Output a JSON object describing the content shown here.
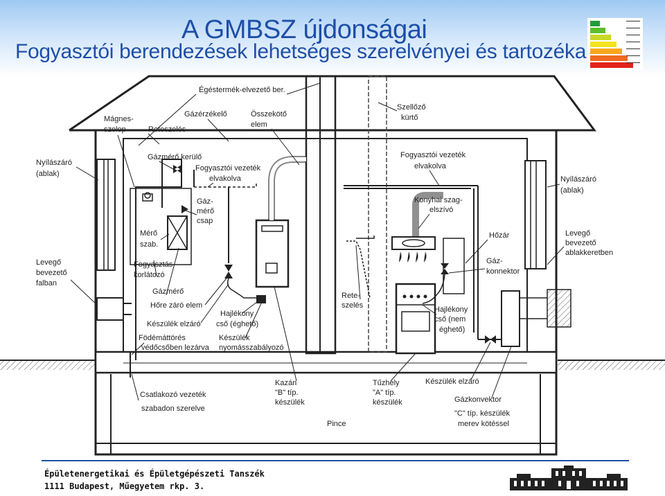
{
  "header": {
    "title": "A GMBSZ újdonságai",
    "subtitle": "Fogyasztói berendezések lehetséges szerelvényei és tartozékai"
  },
  "energy_label": {
    "icon": "energy-rating-icon",
    "colors": [
      "#1f9e3a",
      "#5cbf2a",
      "#c8d82a",
      "#f4e21c",
      "#f6a81c",
      "#ee6a1f",
      "#e2231a"
    ]
  },
  "labels": {
    "egestermek": "Égéstermék-elvezető ber.",
    "magnes1": "Mágnes-",
    "magnes2": "szelep",
    "gazerzekelo": "Gázérzékelő",
    "osszekoto1": "Összekötő",
    "osszekoto2": "elem",
    "szellozo1": "Szellőző",
    "szellozo2": "kürtő",
    "reteszeles_top": "Reteszelés",
    "nyilaszaro_l1": "Nyílászáró",
    "nyilaszaro_l2": "(ablak)",
    "gazmero_kerulo": "Gázmérő kerülő",
    "fogy_l1": "Fogyasztói vezeték",
    "fogy_l2": "elvakolva",
    "fogy_r1": "Fogyasztói vezeték",
    "fogy_r2": "elvakolva",
    "nyilaszaro_r1": "Nyílászáró",
    "nyilaszaro_r2": "(ablak)",
    "konyhai1": "Konyhai szag-",
    "konyhai2": "elszívó",
    "gazmero_csap1": "Gáz-",
    "gazmero_csap2": "mérő",
    "gazmero_csap3": "csap",
    "mero1": "Mérő",
    "mero2": "szab.",
    "hozar": "Hőzár",
    "levego_r1": "Levegő",
    "levego_r2": "bevezető",
    "levego_r3": "ablakkeretben",
    "levego_l1": "Levegő",
    "levego_l2": "bevezető",
    "levego_l3": "falban",
    "fogy_korl1": "Fogyasztás",
    "fogy_korl2": "korlátozó",
    "gaz_konnektor1": "Gáz-",
    "gaz_konnektor2": "konnektor",
    "gazmero": "Gázmérő",
    "hore_zaro": "Hőre záró elem",
    "hajlekony1": "Hajlékony",
    "hajlekony2": "cső (éghető)",
    "reteszeles_mid1": "Rete-",
    "reteszeles_mid2": "szelés",
    "hajlekony_r1": "Hajlékony",
    "hajlekony_r2": "cső (nem",
    "hajlekony_r3": "éghető)",
    "keszulek_elzaro_l": "Készülék elzáró",
    "fodemattores1": "Födémáttörés",
    "fodemattores2": "védőcsőben lezárva",
    "keszulek_nyomas1": "Készülék",
    "keszulek_nyomas2": "nyomásszabályozó",
    "kazan1": "Kazán",
    "kazan2": "\"B\" típ.",
    "kazan3": "készülék",
    "tuzhely1": "Tűzhely",
    "tuzhely2": "\"A\" típ.",
    "tuzhely3": "készülék",
    "keszulek_elzaro_r": "Készülék elzáró",
    "gazkonvektor": "Gázkonvektor",
    "c_tip1": "\"C\" típ. készülék",
    "c_tip2": "merev kötéssel",
    "csatlakozo1": "Csatlakozó vezeték",
    "csatlakozo2": "szabadon szerelve",
    "pince": "Pince"
  },
  "footer": {
    "line1": "Épületenergetikai és Épületgépészeti Tanszék",
    "line2": "1111 Budapest, Műegyetem rkp. 3.",
    "logo": "university-building-icon"
  }
}
